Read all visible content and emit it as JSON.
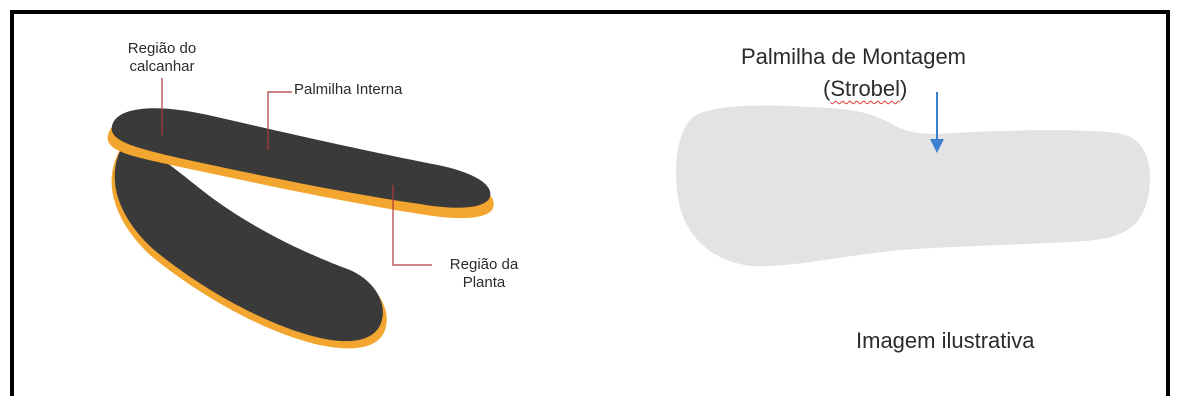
{
  "left_figure": {
    "labels": {
      "heel_region": [
        "Região do",
        "calcanhar"
      ],
      "inner_insole": "Palmilha Interna",
      "plantar_region": [
        "Região da",
        "Planta"
      ]
    }
  },
  "right_figure": {
    "title_line1": "Palmilha de Montagem",
    "title_line2_open": "(",
    "title_line2_word": "Strobel",
    "title_line2_close": ")",
    "caption": "Imagem ilustrativa"
  },
  "colors": {
    "frame": "#000000",
    "insole_top": "#3a3a3a",
    "insole_foam": "#f2a630",
    "leader_line": "#b03a3a",
    "strobel": "#e3e3e3",
    "arrow": "#3d7fd0",
    "spellcheck_underline": "#e03a3a"
  }
}
